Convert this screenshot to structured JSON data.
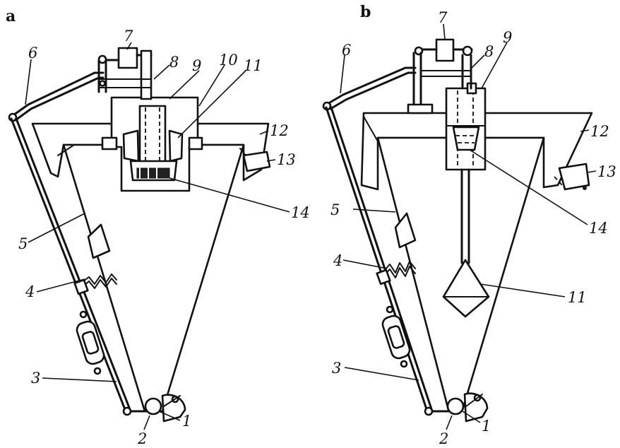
{
  "panels": [
    {
      "letter": "a",
      "labels": [
        "1",
        "2",
        "3",
        "4",
        "5",
        "6",
        "7",
        "8",
        "9",
        "10",
        "11",
        "12",
        "13",
        "14"
      ]
    },
    {
      "letter": "b",
      "labels": [
        "1",
        "2",
        "3",
        "4",
        "5",
        "6",
        "7",
        "8",
        "9",
        "11",
        "12",
        "13",
        "14"
      ]
    }
  ]
}
